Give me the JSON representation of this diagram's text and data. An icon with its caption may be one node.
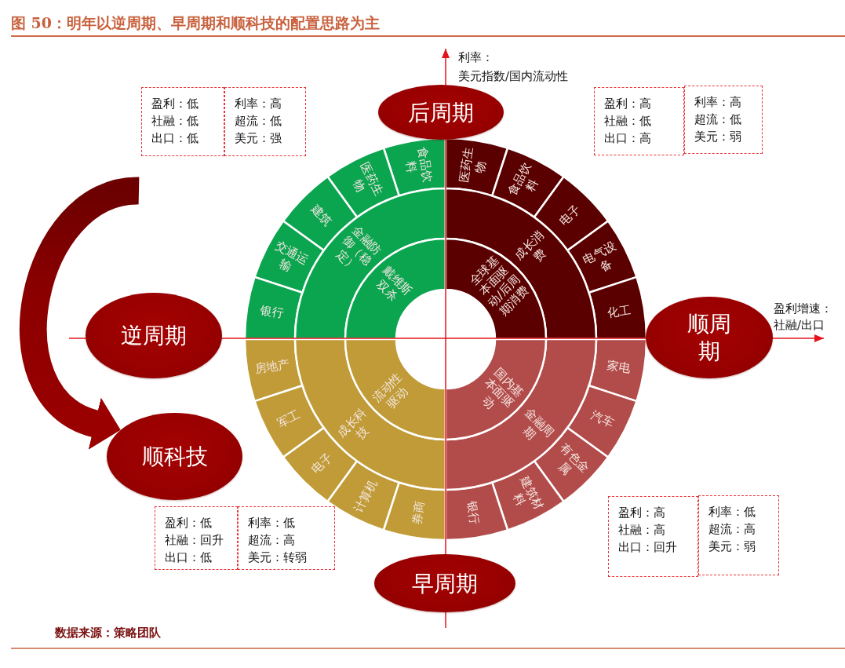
{
  "diagram": {
    "title": "图 50：明年以逆周期、早周期和顺科技的配置思路为主",
    "nodes": [
      {
        "text": [
          "盈利：低",
          "社融：低",
          "出口：低"
        ]
      },
      {
        "text": [
          "利率：高",
          "超流：低",
          "美元：强"
        ]
      },
      {
        "text": [
          "后周期"
        ]
      },
      {
        "text": [
          "盈利：高",
          "社融：低",
          "出口：高"
        ]
      },
      {
        "text": [
          "利率：高",
          "超流：低",
          "美元：弱"
        ]
      },
      {
        "text": [
          "食品饮料"
        ]
      },
      {
        "text": [
          "医药生物"
        ]
      },
      {
        "text": [
          "建筑"
        ]
      },
      {
        "text": [
          "交通运输"
        ]
      },
      {
        "text": [
          "银行"
        ]
      },
      {
        "text": [
          "金融防御（稳定）"
        ]
      },
      {
        "text": [
          "戴维斯双杀"
        ]
      },
      {
        "text": [
          "医药生物"
        ]
      },
      {
        "text": [
          "食品饮料"
        ]
      },
      {
        "text": [
          "电子"
        ]
      },
      {
        "text": [
          "电气设备"
        ]
      },
      {
        "text": [
          "化工"
        ]
      },
      {
        "text": [
          "成长消费"
        ]
      },
      {
        "text": [
          "全球基本面驱动/后周期消费"
        ]
      },
      {
        "text": [
          "逆周期"
        ]
      },
      {
        "text": [
          "顺周期"
        ]
      },
      {
        "text": [
          "房地产"
        ]
      },
      {
        "text": [
          "军工"
        ]
      },
      {
        "text": [
          "电子"
        ]
      },
      {
        "text": [
          "计算机"
        ]
      },
      {
        "text": [
          "券商"
        ]
      },
      {
        "text": [
          "成长科技"
        ]
      },
      {
        "text": [
          "流动性驱动"
        ]
      },
      {
        "text": [
          "家电"
        ]
      },
      {
        "text": [
          "汽车"
        ]
      },
      {
        "text": [
          "有色金属"
        ]
      },
      {
        "text": [
          "建筑材料"
        ]
      },
      {
        "text": [
          "银行"
        ]
      },
      {
        "text": [
          "金融周期"
        ]
      },
      {
        "text": [
          "国内基本面驱动"
        ]
      },
      {
        "text": [
          "顺科技"
        ]
      },
      {
        "text": [
          "盈利：低",
          "社融：回升",
          "出口：低"
        ]
      },
      {
        "text": [
          "利率：低",
          "超流：高",
          "美元：转弱"
        ]
      },
      {
        "text": [
          "盈利：高",
          "社融：高",
          "出口：回升"
        ]
      },
      {
        "text": [
          "利率：低",
          "超流：高",
          "美元：弱"
        ]
      },
      {
        "text": [
          "早周期"
        ]
      }
    ],
    "edges": [
      {
        "from": null,
        "to": 35,
        "arrow": "to",
        "style": "thick"
      }
    ],
    "labels": [
      "利率：",
      "美元指数/国内流动性",
      "盈利增速：",
      "社融/出口",
      "数据来源：策略团队"
    ]
  }
}
